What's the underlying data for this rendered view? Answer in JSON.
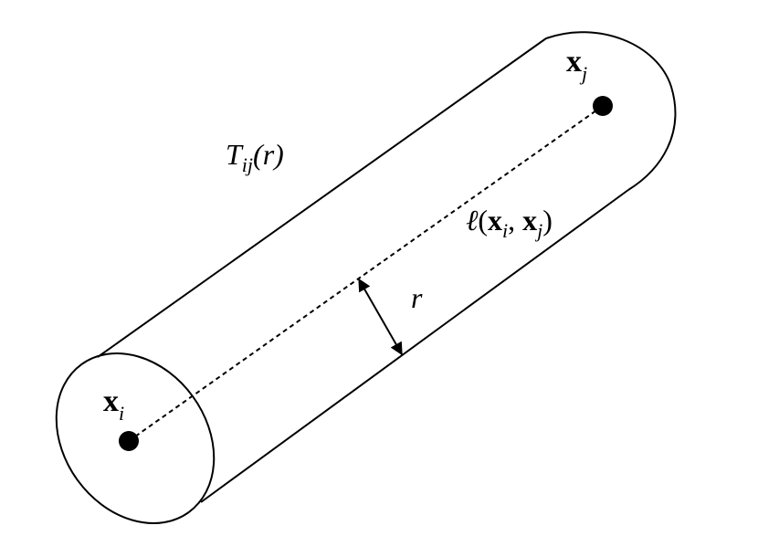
{
  "diagram": {
    "labels": {
      "tube": {
        "main": "T",
        "sub": "ij",
        "arg": "(r)"
      },
      "point_i": {
        "main": "x",
        "sub": "i"
      },
      "point_j": {
        "main": "x",
        "sub": "j"
      },
      "line": {
        "ell": "ℓ",
        "open": "(",
        "x1": "x",
        "sub1": "i",
        "comma": ", ",
        "x2": "x",
        "sub2": "j",
        "close": ")"
      },
      "radius": "r"
    },
    "colors": {
      "stroke": "#000000",
      "point_fill": "#000000",
      "background": "#ffffff"
    }
  }
}
